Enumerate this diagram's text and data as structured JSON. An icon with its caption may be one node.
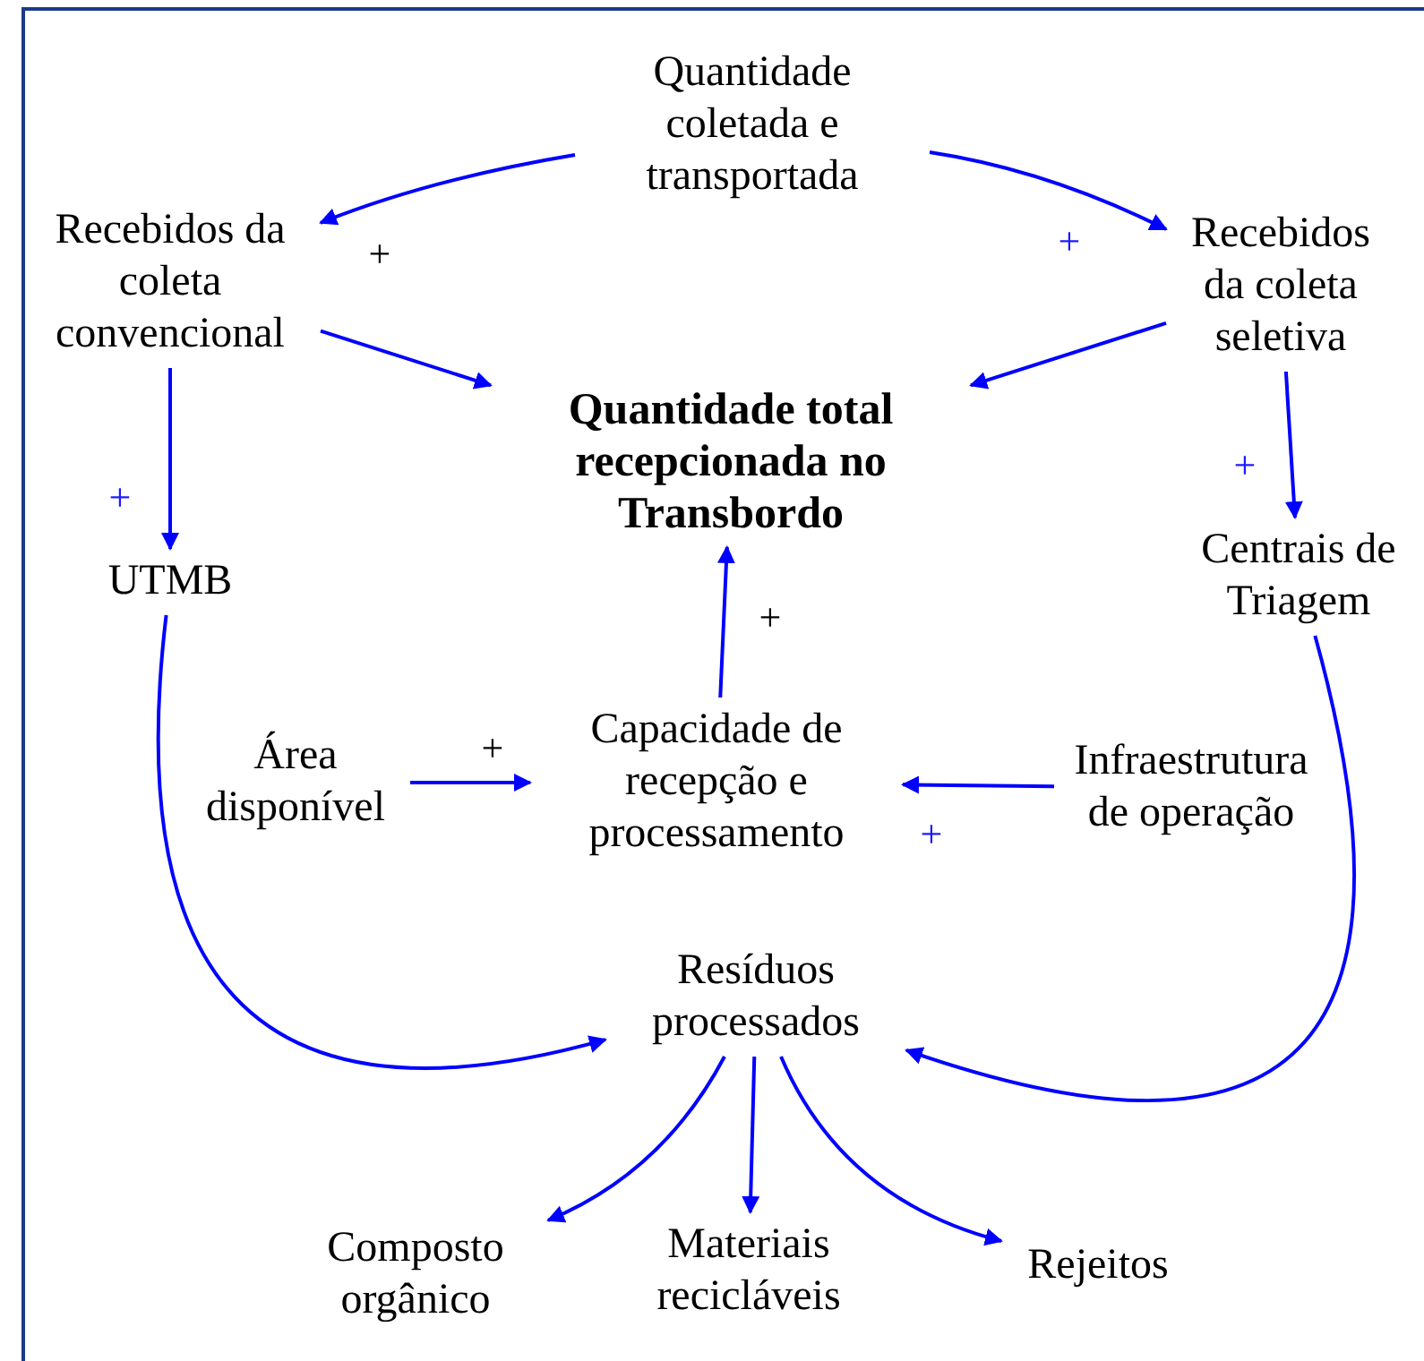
{
  "diagram": {
    "nodes": [
      {
        "text": [
          "Quantidade coletada e transportada"
        ]
      },
      {
        "text": [
          "Recebidos da coleta convencional"
        ]
      },
      {
        "text": [
          "Recebidos da coleta seletiva"
        ]
      },
      {
        "text": [
          "Quantidade total recepcionada no Transbordo"
        ]
      },
      {
        "text": [
          "UTMB"
        ]
      },
      {
        "text": [
          "Centrais de Triagem"
        ]
      },
      {
        "text": [
          "Área disponível"
        ]
      },
      {
        "text": [
          "Capacidade de recepção e processamento"
        ]
      },
      {
        "text": [
          "Infraestrutura de operação"
        ]
      },
      {
        "text": [
          "Resíduos processados"
        ]
      },
      {
        "text": [
          "Composto orgânico"
        ]
      },
      {
        "text": [
          "Materiais recicláveis"
        ]
      },
      {
        "text": [
          "Rejeitos"
        ]
      }
    ],
    "edges": [
      {
        "from": 0,
        "to": 1,
        "arrow": "to",
        "label": "+"
      },
      {
        "from": 0,
        "to": 2,
        "arrow": "to",
        "label": "+"
      },
      {
        "from": 1,
        "to": 3,
        "arrow": "to"
      },
      {
        "from": 2,
        "to": 3,
        "arrow": "to"
      },
      {
        "from": 1,
        "to": 4,
        "arrow": "to",
        "label": "+"
      },
      {
        "from": 2,
        "to": 5,
        "arrow": "to",
        "label": "+"
      },
      {
        "from": 7,
        "to": 3,
        "arrow": "to",
        "label": "+"
      },
      {
        "from": 6,
        "to": 7,
        "arrow": "to",
        "label": "+"
      },
      {
        "from": 8,
        "to": 7,
        "arrow": "to",
        "label": "+"
      },
      {
        "from": 4,
        "to": 9,
        "arrow": "to"
      },
      {
        "from": 5,
        "to": 9,
        "arrow": "to"
      },
      {
        "from": 9,
        "to": 10,
        "arrow": "to"
      },
      {
        "from": 9,
        "to": 11,
        "arrow": "to"
      },
      {
        "from": 9,
        "to": 12,
        "arrow": "to"
      }
    ]
  }
}
